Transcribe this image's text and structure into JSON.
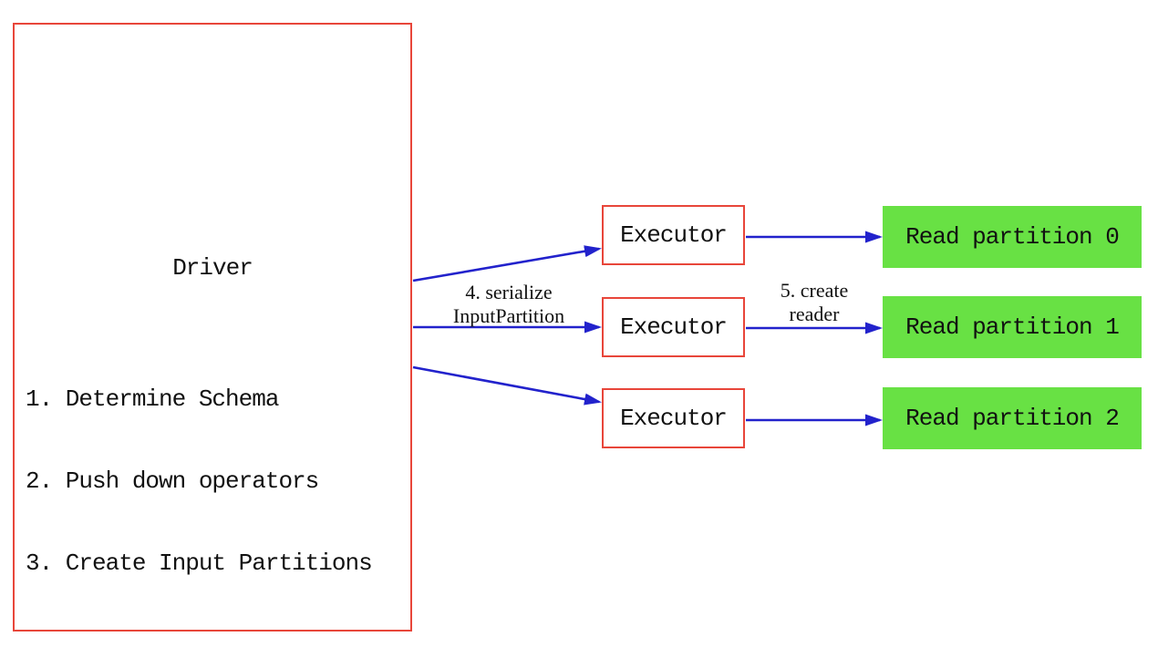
{
  "diagram": {
    "driver": {
      "title": "Driver",
      "steps": [
        "1. Determine Schema",
        "2. Push down operators",
        "3. Create Input Partitions"
      ]
    },
    "executors": [
      {
        "label": "Executor"
      },
      {
        "label": "Executor"
      },
      {
        "label": "Executor"
      }
    ],
    "partitions": [
      {
        "label": "Read partition 0"
      },
      {
        "label": "Read partition 1"
      },
      {
        "label": "Read partition 2"
      }
    ],
    "edge_labels": {
      "serialize": {
        "line1": "4. serialize",
        "line2": "InputPartition"
      },
      "create_reader": {
        "line1": "5. create",
        "line2": "reader"
      }
    },
    "colors": {
      "box_border_red": "#e8463a",
      "partition_green": "#68e144",
      "arrow_blue": "#2222cc",
      "text_black": "#111111",
      "background": "#ffffff"
    }
  }
}
